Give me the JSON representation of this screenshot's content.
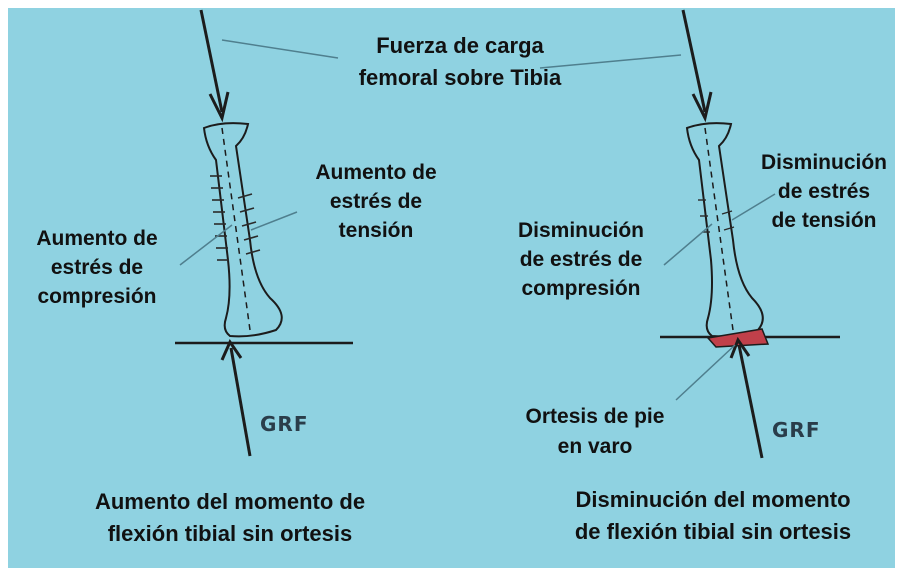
{
  "colors": {
    "background": "#8fd2e1",
    "border": "#ffffff",
    "line": "#1c1c1c",
    "leader": "#4f7f8e",
    "orthosis": "#c0404a"
  },
  "top_label": {
    "line1": "Fuerza de carga",
    "line2": "femoral sobre Tibia"
  },
  "left": {
    "tension_label": [
      "Aumento de",
      "estrés de",
      "tensión"
    ],
    "compression_label": [
      "Aumento de",
      "estrés de",
      "compresión"
    ],
    "grf_label": "GRF",
    "caption": [
      "Aumento del momento de",
      "flexión tibial sin ortesis"
    ]
  },
  "right": {
    "tension_label": [
      "Disminución",
      "de estrés",
      "de tensión"
    ],
    "compression_label": [
      "Disminución",
      "de estrés de",
      "compresión"
    ],
    "orthosis_label": [
      "Ortesis de pie",
      "en varo"
    ],
    "grf_label": "GRF",
    "caption": [
      "Disminución del momento",
      "de flexión tibial sin ortesis"
    ]
  }
}
